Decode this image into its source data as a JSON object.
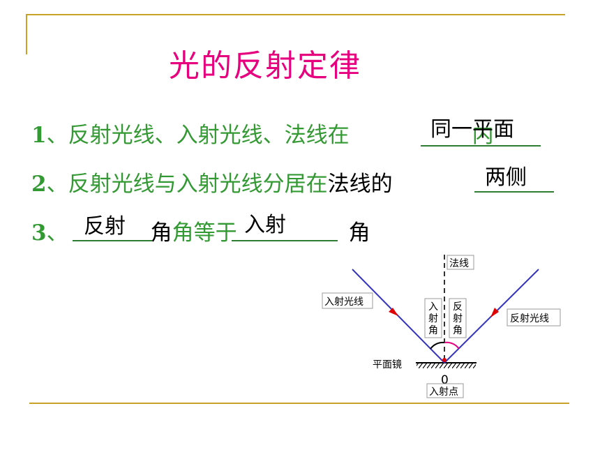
{
  "title": "光的反射定律",
  "rules": [
    {
      "num": "1",
      "sep": "、",
      "text": "反射光线、入射光线、法线在",
      "tail": "内",
      "answer": "同一平面"
    },
    {
      "num": "2",
      "sep": "、",
      "text_green": "反射光线与入射光线分居在",
      "text_black": "法线的",
      "answer": "两侧"
    },
    {
      "num": "3",
      "sep": "、",
      "mid": "角等于",
      "tail": "角",
      "answer1": "反射",
      "answer2": "入射"
    }
  ],
  "diagram": {
    "normal_label": "法线",
    "incident_ray_label": "入射光线",
    "reflected_ray_label": "反射光线",
    "incident_angle_label": [
      "入",
      "射",
      "角"
    ],
    "reflected_angle_label": [
      "反",
      "射",
      "角"
    ],
    "mirror_label": "平面镜",
    "point_letter": "0",
    "point_label": "入射点",
    "colors": {
      "ray": "#3333bb",
      "arrow": "#e00000",
      "angle_arc": "#e6007e"
    }
  }
}
